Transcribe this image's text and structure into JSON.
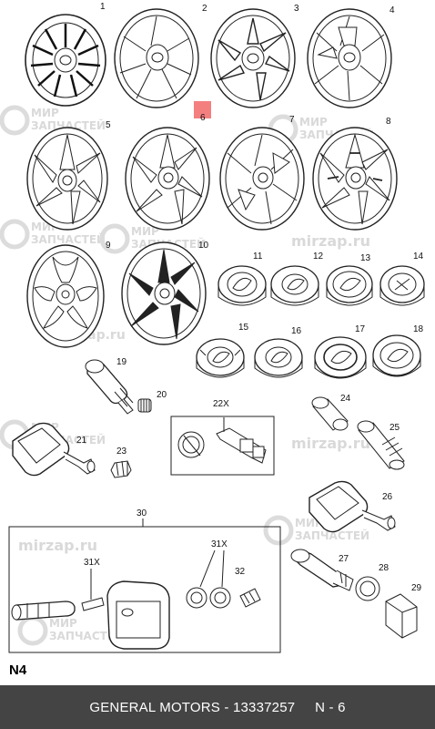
{
  "callouts": [
    {
      "id": "1",
      "text": "1"
    },
    {
      "id": "2",
      "text": "2"
    },
    {
      "id": "3",
      "text": "3"
    },
    {
      "id": "4",
      "text": "4"
    },
    {
      "id": "5",
      "text": "5"
    },
    {
      "id": "6",
      "text": "6"
    },
    {
      "id": "7",
      "text": "7"
    },
    {
      "id": "8",
      "text": "8"
    },
    {
      "id": "9",
      "text": "9"
    },
    {
      "id": "10",
      "text": "10"
    },
    {
      "id": "11",
      "text": "11"
    },
    {
      "id": "12",
      "text": "12"
    },
    {
      "id": "13",
      "text": "13"
    },
    {
      "id": "14",
      "text": "14"
    },
    {
      "id": "15",
      "text": "15"
    },
    {
      "id": "16",
      "text": "16"
    },
    {
      "id": "17",
      "text": "17"
    },
    {
      "id": "18",
      "text": "18"
    },
    {
      "id": "19",
      "text": "19"
    },
    {
      "id": "20",
      "text": "20"
    },
    {
      "id": "21",
      "text": "21"
    },
    {
      "id": "22X",
      "text": "22X"
    },
    {
      "id": "23",
      "text": "23"
    },
    {
      "id": "24",
      "text": "24"
    },
    {
      "id": "25",
      "text": "25"
    },
    {
      "id": "26",
      "text": "26"
    },
    {
      "id": "27",
      "text": "27"
    },
    {
      "id": "28",
      "text": "28"
    },
    {
      "id": "29",
      "text": "29"
    },
    {
      "id": "30",
      "text": "30"
    },
    {
      "id": "31X_left",
      "text": "31X"
    },
    {
      "id": "31X_right",
      "text": "31X"
    },
    {
      "id": "32",
      "text": "32"
    }
  ],
  "watermark": {
    "line1": "МИР",
    "line2": "ЗАПЧАСТЕЙ",
    "domain": "mirzap.ru",
    "domain_short": "zap.ru"
  },
  "highlight_color": "#f47f7f",
  "section_code": "N4",
  "footer": {
    "brand": "GENERAL MOTORS",
    "separator": " - ",
    "part_number": "13337257",
    "page": "N - 6"
  }
}
